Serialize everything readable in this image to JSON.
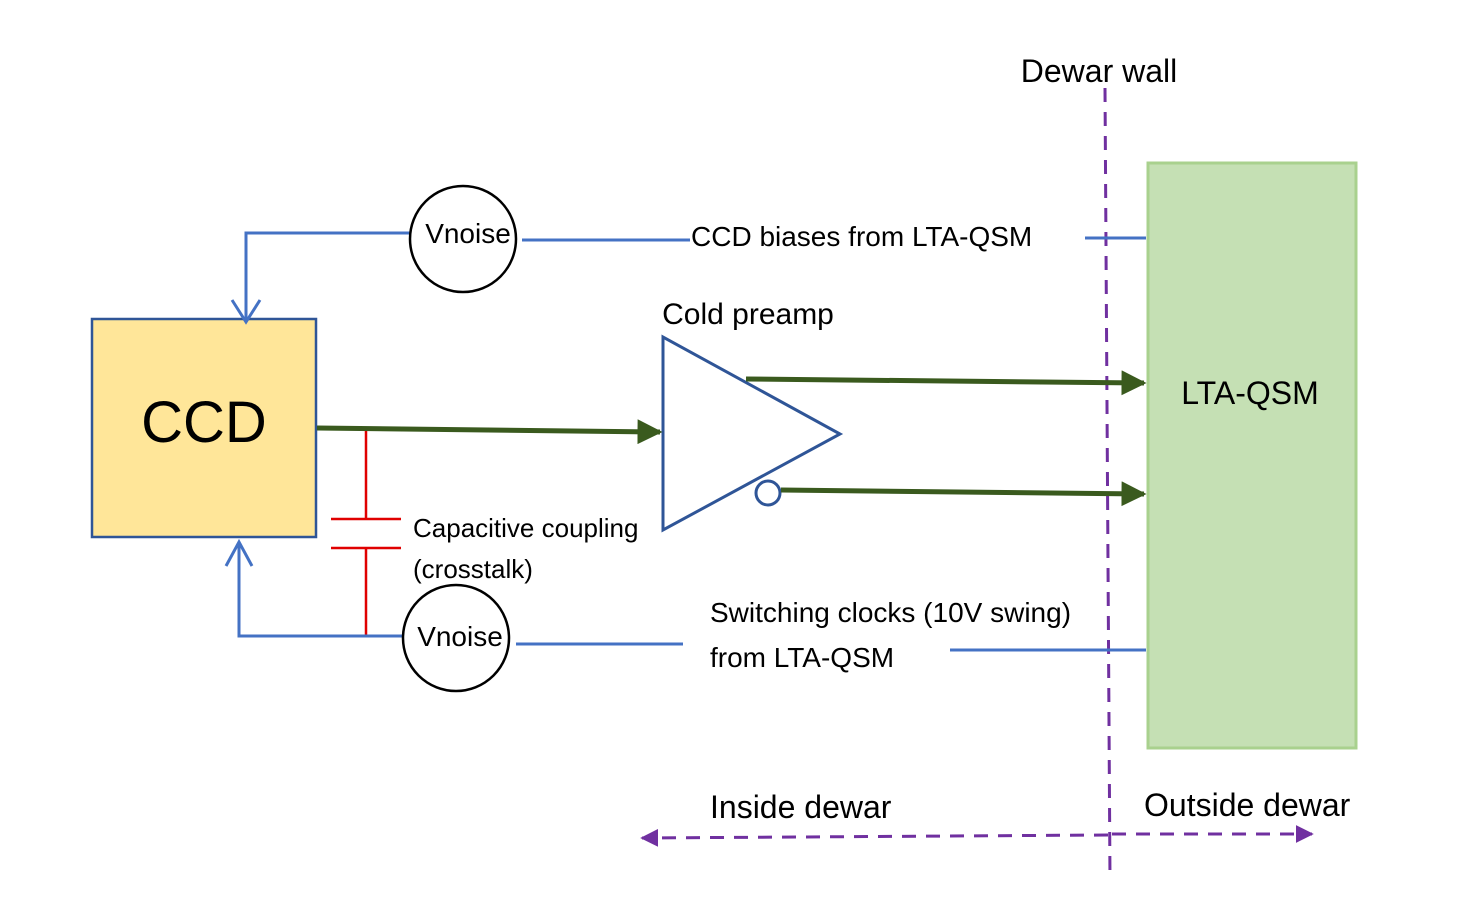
{
  "labels": {
    "dewar_wall": "Dewar wall",
    "ccd": "CCD",
    "lta_qsm": "LTA-QSM",
    "cold_preamp": "Cold preamp",
    "vnoise_top": "Vnoise",
    "vnoise_bottom": "Vnoise",
    "bias_line": "CCD biases from LTA-QSM",
    "clocks_line1": "Switching clocks (10V swing)",
    "clocks_line2": "from LTA-QSM",
    "coupling_line1": "Capacitive coupling",
    "coupling_line2": "(crosstalk)",
    "inside": "Inside dewar",
    "outside": "Outside dewar"
  },
  "colors": {
    "ccd_fill": "#FFE699",
    "ccd_border": "#2F5597",
    "lta_fill": "#C5E0B4",
    "lta_border": "#A9D18E",
    "bias_line": "#4472C4",
    "signal_line": "#3A5A1E",
    "preamp_outline": "#2F5597",
    "capacitor": "#E00000",
    "dewar": "#7030A0"
  }
}
